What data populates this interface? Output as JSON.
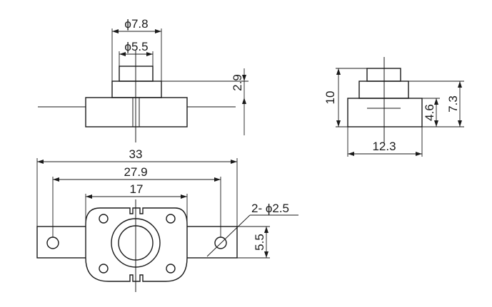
{
  "drawing": {
    "side_view": {
      "dia_outer": "ϕ7.8",
      "dia_inner": "ϕ5.5",
      "height": "2.9"
    },
    "right_view": {
      "total_height": "10",
      "body_height": "4.6",
      "upper_height": "7.3",
      "width": "12.3"
    },
    "top_view": {
      "overall_length": "33",
      "hole_spacing": "27.9",
      "body_width": "17",
      "holes": "2- ϕ2.5",
      "flange_height": "5.5"
    }
  }
}
